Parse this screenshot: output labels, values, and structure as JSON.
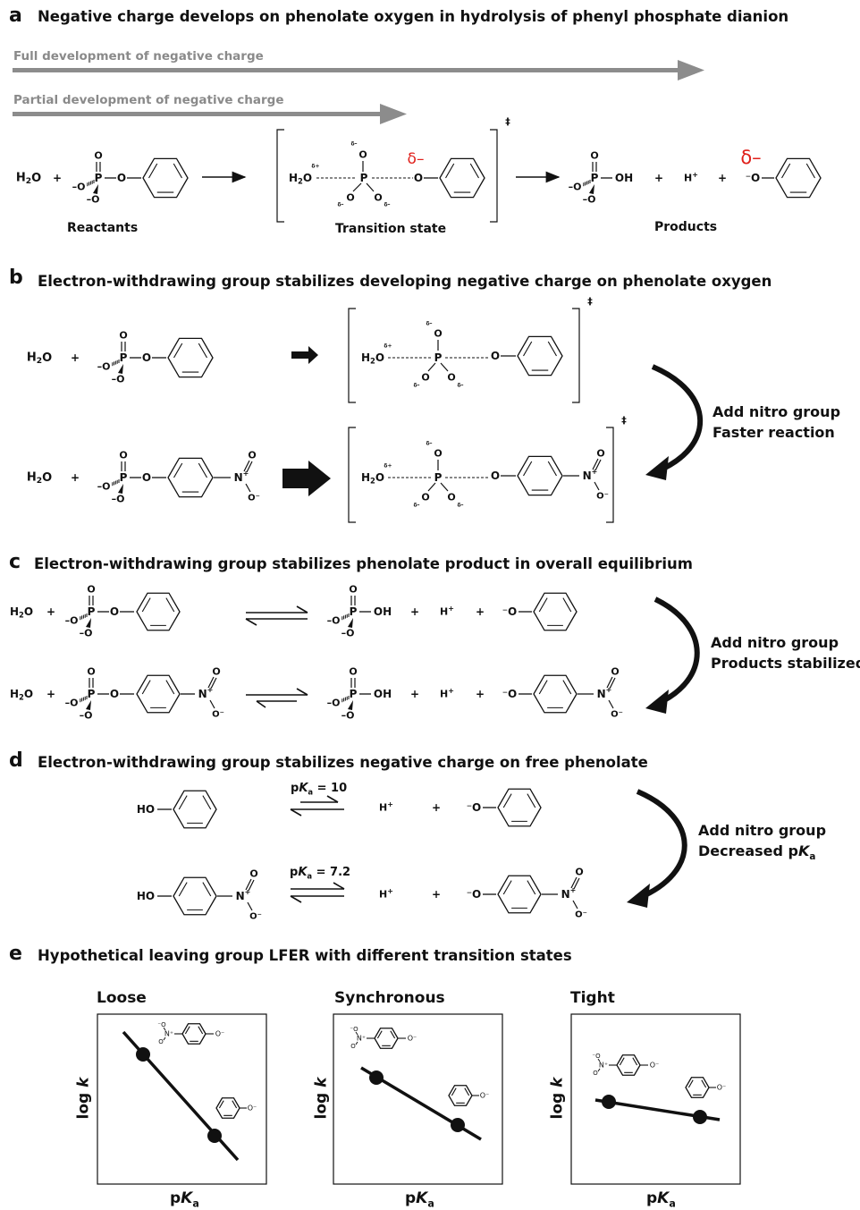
{
  "panels": {
    "a": {
      "letter": "a",
      "title": "Negative charge develops on phenolate oxygen in hydrolysis of phenyl phosphate dianion",
      "full_label": "Full development of negative charge",
      "partial_label": "Partial development of negative charge",
      "reactants": "Reactants",
      "ts": "Transition state",
      "products": "Products"
    },
    "b": {
      "letter": "b",
      "title": "Electron-withdrawing group stabilizes developing negative charge on phenolate oxygen",
      "note1": "Add nitro group",
      "note2": "Faster reaction"
    },
    "c": {
      "letter": "c",
      "title": "Electron-withdrawing group stabilizes phenolate product in overall equilibrium",
      "note1": "Add nitro group",
      "note2": "Products stabilized"
    },
    "d": {
      "letter": "d",
      "title": "Electron-withdrawing group stabilizes negative charge on free phenolate",
      "pka1": "pKa = 10",
      "pka2": "pKa = 7.2",
      "note1": "Add nitro group",
      "note2": "Decreased pKa"
    },
    "e": {
      "letter": "e",
      "title": "Hypothetical leaving group LFER with different transition states",
      "plots": [
        {
          "title": "Loose",
          "xlabel": "pKa",
          "ylabel": "log k"
        },
        {
          "title": "Synchronous",
          "xlabel": "pKa",
          "ylabel": "log k"
        },
        {
          "title": "Tight",
          "xlabel": "pKa",
          "ylabel": "log k"
        }
      ]
    }
  },
  "chem": {
    "h2o": "H2O",
    "plus": "+",
    "hplus": "H+",
    "oh": "OH",
    "o": "O",
    "p": "P",
    "delta_minus": "δ–",
    "dagger": "‡",
    "nitro_n": "N+",
    "ominus": "O–"
  },
  "colors": {
    "arrow_gray": "#8c8c8c",
    "delta_red": "#e0201b",
    "ink": "#111111"
  }
}
